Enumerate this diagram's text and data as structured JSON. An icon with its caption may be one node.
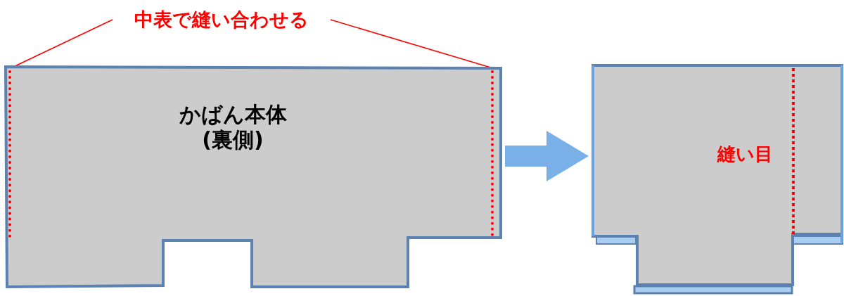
{
  "diagram": {
    "nodes": [
      {
        "text": [
          "かばん本体",
          "(裏側)"
        ]
      },
      {
        "text": [
          "中表で縫い合わせる"
        ]
      },
      {
        "text": [],
        "shape": "line",
        "in": 0
      },
      {
        "text": [],
        "shape": "line",
        "in": 0
      },
      {
        "text": [],
        "shape": "box"
      }
    ],
    "edges": [
      {
        "from": 1,
        "to": 2,
        "arrow": "none",
        "color": "#ff0000"
      },
      {
        "from": 1,
        "to": 3,
        "arrow": "none",
        "color": "#ff0000"
      },
      {
        "from": 0,
        "to": 4,
        "arrow": "to",
        "style": "thick",
        "color": "#7ab0e8"
      }
    ],
    "labels": [
      "縫い目"
    ]
  }
}
